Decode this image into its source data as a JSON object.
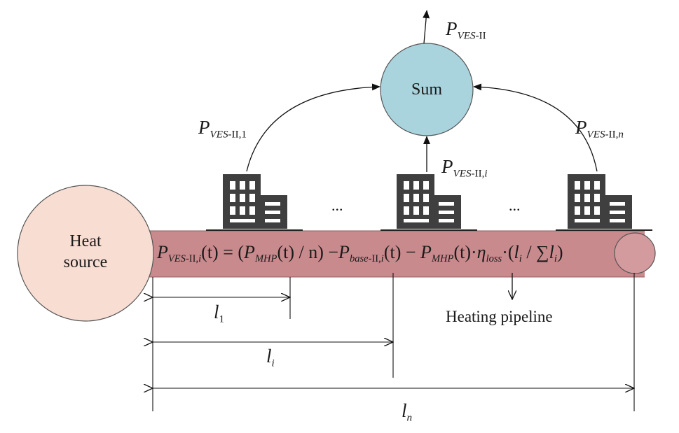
{
  "nodes": {
    "heat_source": {
      "line1": "Heat",
      "line2": "source"
    },
    "sum": "Sum"
  },
  "symbols": {
    "p": "P",
    "ves": "VES",
    "dash_ii": "-II",
    "comma_1": ",1",
    "comma_i": ",",
    "i": "i",
    "comma_n": ",",
    "n": "n",
    "l": "l",
    "one": "1"
  },
  "formula": {
    "lhs_tail": "(t) = (",
    "mhp": "MHP",
    "part2": "(t) / n) −",
    "base": "base",
    "part3": "(t) − ",
    "part4": "(t)·",
    "eta": "η",
    "loss": "loss",
    "part5": "·(",
    "part6": " / ∑",
    "part7": ")"
  },
  "ellipsis": [
    "...",
    "..."
  ],
  "pipeline_label": "Heating pipeline",
  "colors": {
    "heat_source_fill": "#f8ddd3",
    "sum_fill": "#a9d4de",
    "pipe_fill": "#c98a8d",
    "pipe_end_fill": "#d49b9e",
    "building": "#3f3f3f"
  }
}
